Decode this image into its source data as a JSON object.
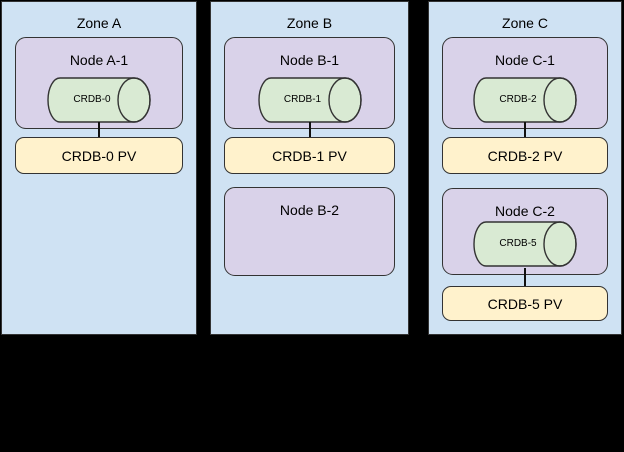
{
  "diagram": {
    "background_color": "#000000",
    "colors": {
      "zone_fill": "#cfe2f3",
      "node_fill": "#d9d2e9",
      "database_fill": "#d9ead3",
      "pv_fill": "#fff2cc",
      "border": "#333333",
      "text": "#000000"
    },
    "zones": [
      {
        "label": "Zone A",
        "nodes": [
          {
            "label": "Node A-1",
            "db": "CRDB-0",
            "pv": "CRDB-0 PV"
          }
        ]
      },
      {
        "label": "Zone B",
        "nodes": [
          {
            "label": "Node B-1",
            "db": "CRDB-1",
            "pv": "CRDB-1 PV"
          },
          {
            "label": "Node B-2"
          }
        ]
      },
      {
        "label": "Zone C",
        "nodes": [
          {
            "label": "Node C-1",
            "db": "CRDB-2",
            "pv": "CRDB-2 PV"
          },
          {
            "label": "Node C-2",
            "db": "CRDB-5",
            "pv": "CRDB-5 PV"
          }
        ]
      }
    ]
  }
}
